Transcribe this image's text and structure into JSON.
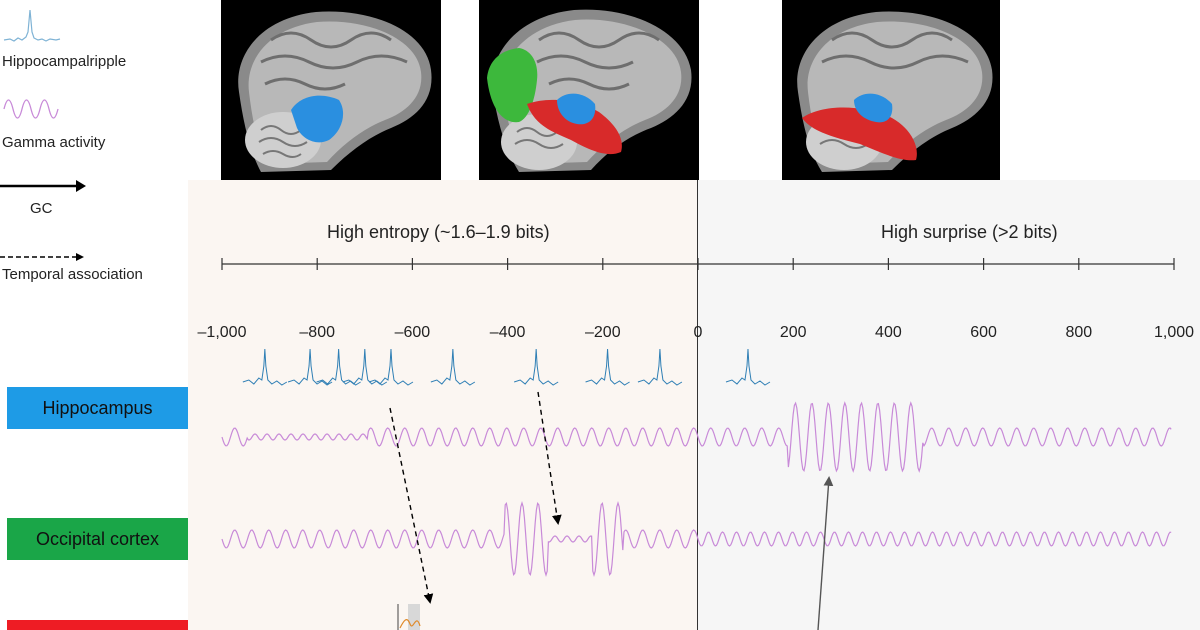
{
  "legend": {
    "items": [
      {
        "label": "Hippocampalripple",
        "icon": "ripple-icon"
      },
      {
        "label": "Gamma activity",
        "icon": "gamma-wave-icon"
      },
      {
        "label": "GC",
        "icon": "solid-arrow-icon"
      },
      {
        "label": "Temporal association",
        "icon": "dashed-arrow-icon"
      }
    ]
  },
  "sections": {
    "left_title": "High entropy (~1.6–1.9 bits)",
    "right_title": "High surprise (>2 bits)"
  },
  "axis": {
    "ticks": [
      "–1,000",
      "–800",
      "–600",
      "–400",
      "–200",
      "0",
      "200",
      "400",
      "600",
      "800",
      "1,000"
    ]
  },
  "regions": [
    {
      "name": "Hippocampus",
      "color": "#1e9be6"
    },
    {
      "name": "Occipital cortex",
      "color": "#1aa648"
    },
    {
      "name": "",
      "color": "#ee1c24"
    }
  ],
  "colors": {
    "gamma": "#c88ad8",
    "ripple": "#2f7fb5",
    "highlight_blue": "#2a8fe0",
    "highlight_green": "#3db83c",
    "highlight_red": "#d82a2a"
  }
}
